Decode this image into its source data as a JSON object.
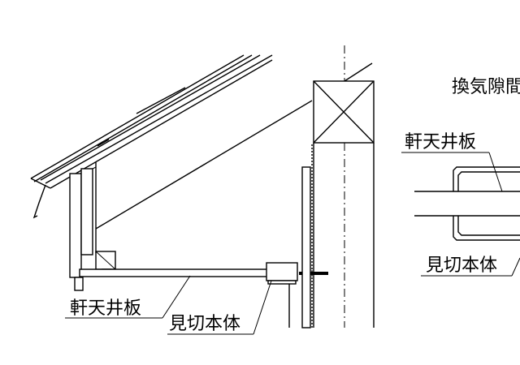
{
  "labels": {
    "soffit_board_left": "軒天井板",
    "trim_body_left": "見切本体",
    "vent_gap_partial": "換気隙間",
    "soffit_board_right": "軒天井板",
    "trim_body_right": "見切本体"
  }
}
